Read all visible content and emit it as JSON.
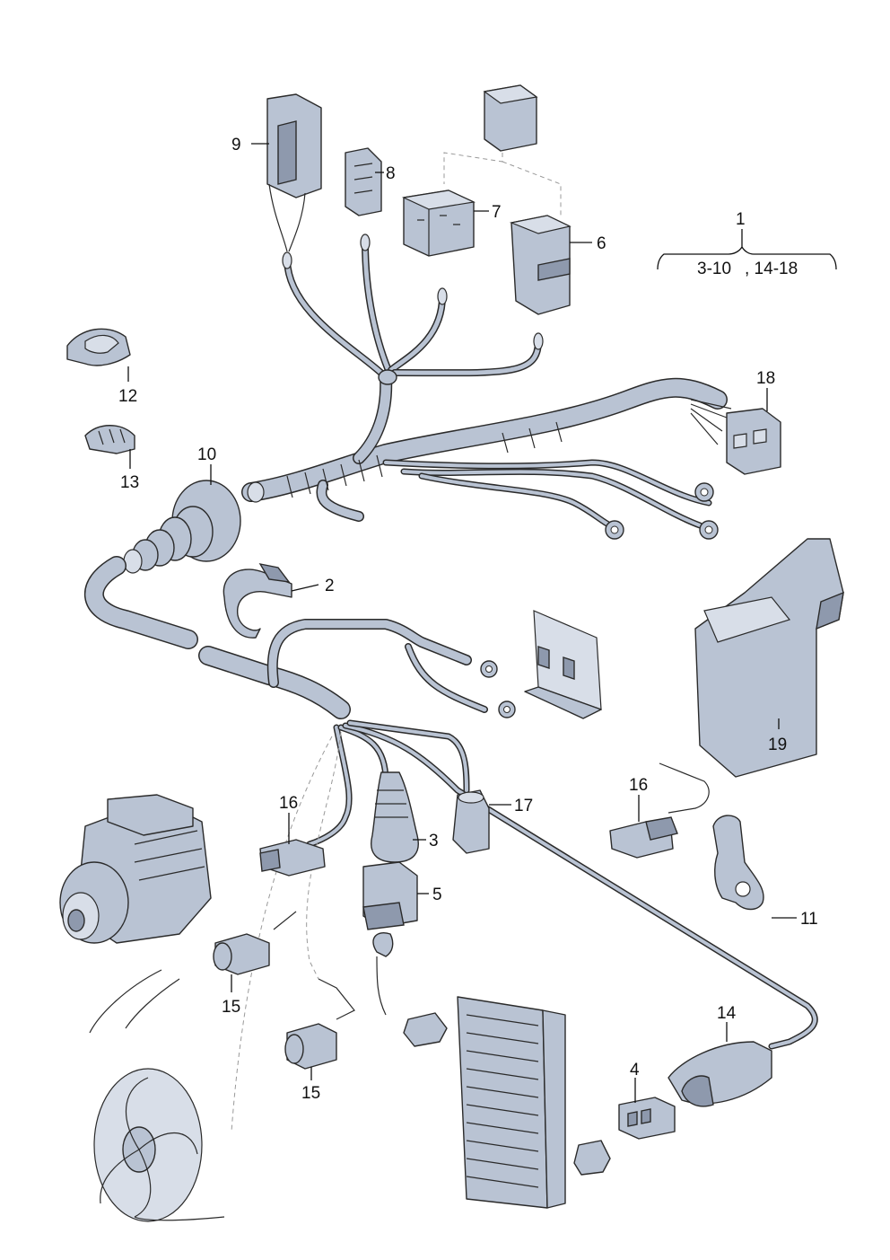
{
  "labels": {
    "l1": "1",
    "l1_range": "3-10",
    "l1_range2": ", 14-18",
    "l2": "2",
    "l3": "3",
    "l4": "4",
    "l5": "5",
    "l6": "6",
    "l7": "7",
    "l8": "8",
    "l9": "9",
    "l10": "10",
    "l11": "11",
    "l12": "12",
    "l13": "13",
    "l14": "14",
    "l15a": "15",
    "l15b": "15",
    "l16a": "16",
    "l16b": "16",
    "l17": "17",
    "l18": "18",
    "l19": "19"
  },
  "colors": {
    "part_fill": "#b9c3d3",
    "outline": "#2b2b2b",
    "background": "#ffffff"
  }
}
